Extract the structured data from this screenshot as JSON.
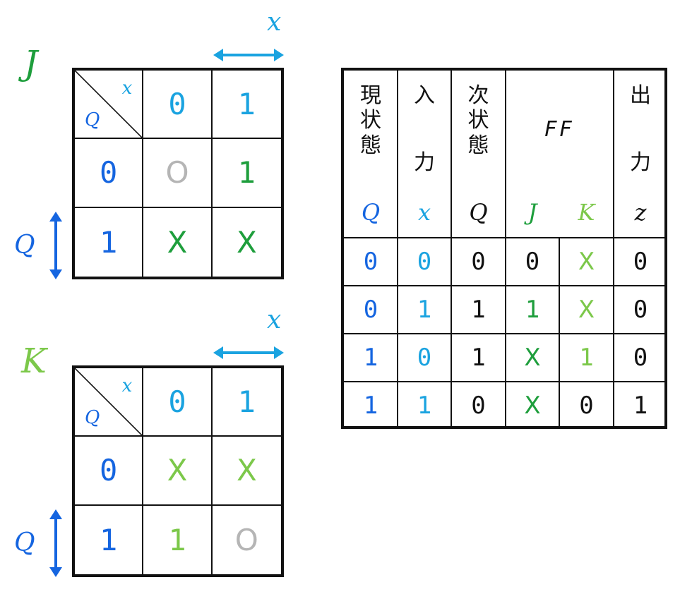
{
  "colors": {
    "dark_blue": "#1565e0",
    "cyan": "#1aa3e0",
    "green": "#1e9e3c",
    "light_green": "#7cc84a",
    "gray": "#b5b5b5",
    "black": "#111111"
  },
  "jmap": {
    "label": "J",
    "col_var": "x",
    "row_var": "Q",
    "corner_col": "x",
    "corner_row": "Q",
    "col_headers": [
      "0",
      "1"
    ],
    "row_headers": [
      "0",
      "1"
    ],
    "cells": [
      [
        "O",
        "1"
      ],
      [
        "X",
        "X"
      ]
    ]
  },
  "kmap": {
    "label": "K",
    "col_var": "x",
    "row_var": "Q",
    "corner_col": "x",
    "corner_row": "Q",
    "col_headers": [
      "0",
      "1"
    ],
    "row_headers": [
      "0",
      "1"
    ],
    "cells": [
      [
        "X",
        "X"
      ],
      [
        "1",
        "O"
      ]
    ]
  },
  "table": {
    "headers": {
      "current_state": [
        "現",
        "状",
        "態"
      ],
      "input": [
        "入",
        "力"
      ],
      "next_state": [
        "次",
        "状",
        "態"
      ],
      "ff": "FF",
      "output": [
        "出",
        "力"
      ]
    },
    "vars": [
      "Q",
      "x",
      "Q",
      "J",
      "K",
      "z"
    ],
    "rows": [
      [
        "0",
        "0",
        "0",
        "0",
        "X",
        "0"
      ],
      [
        "0",
        "1",
        "1",
        "1",
        "X",
        "0"
      ],
      [
        "1",
        "0",
        "1",
        "X",
        "1",
        "0"
      ],
      [
        "1",
        "1",
        "0",
        "X",
        "0",
        "1"
      ]
    ]
  }
}
